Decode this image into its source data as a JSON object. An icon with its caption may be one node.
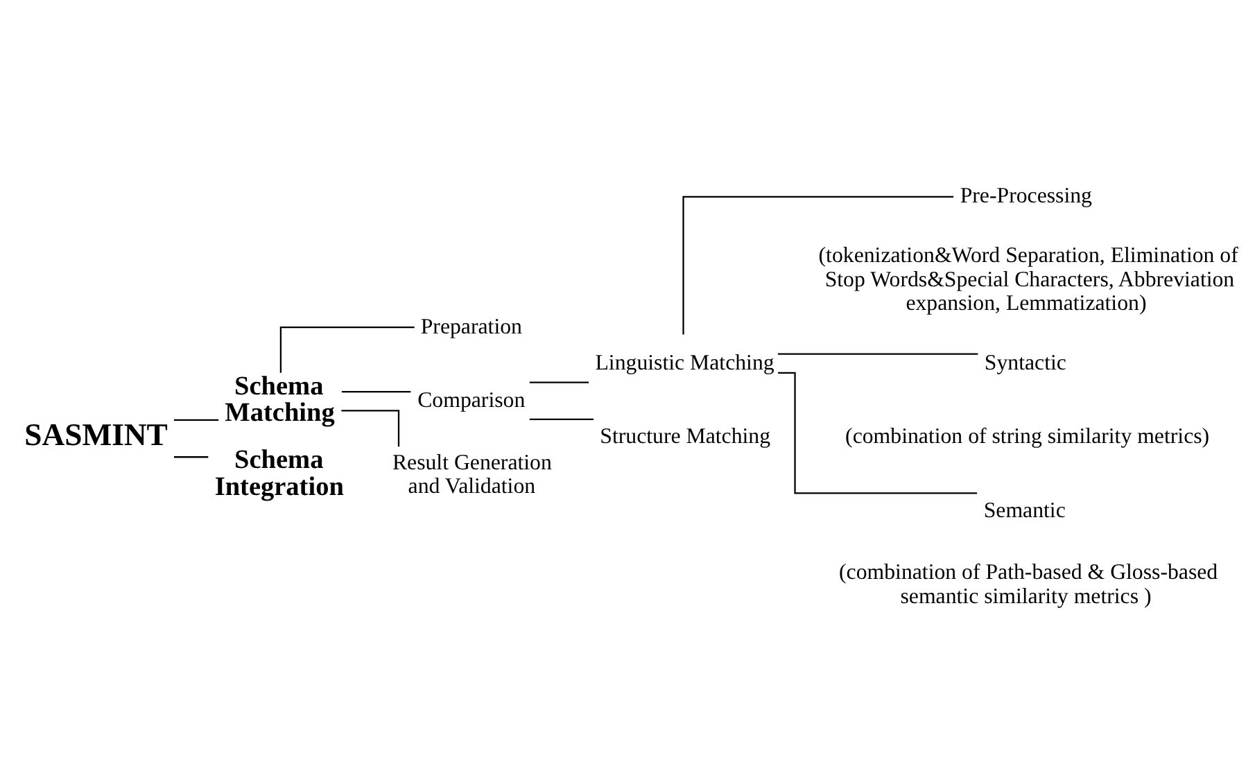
{
  "diagram": {
    "nodes": [
      {
        "text": [
          "SASMINT"
        ]
      },
      {
        "text": [
          "Schema Matching"
        ]
      },
      {
        "text": [
          "Schema Integration"
        ]
      },
      {
        "text": [
          "Preparation"
        ]
      },
      {
        "text": [
          "Comparison"
        ]
      },
      {
        "text": [
          "Linguistic Matching"
        ]
      },
      {
        "text": [
          "Pre-Processing"
        ],
        "beside": [
          "(tokenization&Word Separation, Elimination of Stop Words&Special Characters, Abbreviation expansion, Lemmatization)"
        ]
      },
      {
        "text": [
          "Syntactic"
        ],
        "beside": [
          "(combination of string similarity metrics)"
        ]
      },
      {
        "text": [
          "Semantic"
        ],
        "beside": [
          "(combination of Path-based & Gloss-based semantic similarity metrics )"
        ]
      },
      {
        "text": [
          "Structure Matching"
        ]
      },
      {
        "text": [
          "Result Generation and Validation"
        ]
      }
    ],
    "edges": [
      {
        "from": 0,
        "to": 1,
        "arrow": "none"
      },
      {
        "from": 0,
        "to": 2,
        "arrow": "none"
      },
      {
        "from": 1,
        "to": 3,
        "arrow": "none"
      },
      {
        "from": 1,
        "to": 4,
        "arrow": "none"
      },
      {
        "from": 1,
        "to": 10,
        "arrow": "none"
      },
      {
        "from": 4,
        "to": 5,
        "arrow": "none"
      },
      {
        "from": 4,
        "to": 9,
        "arrow": "none"
      },
      {
        "from": 5,
        "to": 6,
        "arrow": "none"
      },
      {
        "from": 5,
        "to": 7,
        "arrow": "none"
      },
      {
        "from": 5,
        "to": 8,
        "arrow": "none"
      }
    ]
  }
}
